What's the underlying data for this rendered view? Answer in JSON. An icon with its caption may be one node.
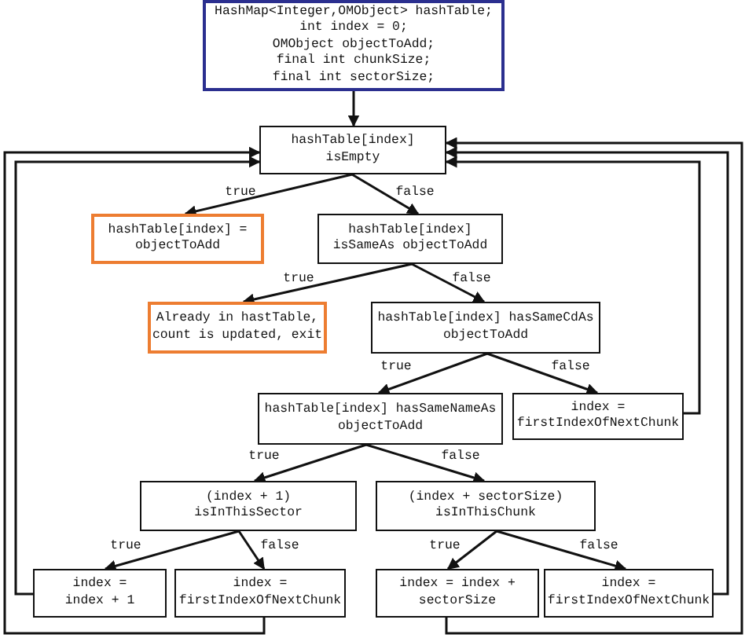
{
  "diagram": {
    "nodes": [
      {
        "text": [
          "HashMap<Integer,OMObject> hashTable;",
          "int index = 0;",
          "OMObject objectToAdd;",
          "final int chunkSize;",
          "final int sectorSize;"
        ]
      },
      {
        "text": [
          "hashTable[index] isEmpty"
        ]
      },
      {
        "text": [
          "hashTable[index] = objectToAdd"
        ]
      },
      {
        "text": [
          "hashTable[index] isSameAs objectToAdd"
        ]
      },
      {
        "text": [
          "Already in hastTable, count is updated, exit"
        ]
      },
      {
        "text": [
          "hashTable[index] hasSameCdAs objectToAdd"
        ]
      },
      {
        "text": [
          "hashTable[index] hasSameNameAs objectToAdd"
        ]
      },
      {
        "text": [
          "index = firstIndexOfNextChunk"
        ]
      },
      {
        "text": [
          "(index + 1) isInThisSector"
        ]
      },
      {
        "text": [
          "(index + sectorSize) isInThisChunk"
        ]
      },
      {
        "text": [
          "index = index + 1"
        ]
      },
      {
        "text": [
          "index = firstIndexOfNextChunk"
        ]
      },
      {
        "text": [
          "index = index + sectorSize"
        ]
      },
      {
        "text": [
          "index = firstIndexOfNextChunk"
        ]
      }
    ],
    "edges": [
      {
        "from": 0,
        "to": 1,
        "arrow": "to"
      },
      {
        "from": 1,
        "to": 2,
        "arrow": "to",
        "label": "true"
      },
      {
        "from": 1,
        "to": 3,
        "arrow": "to",
        "label": "false"
      },
      {
        "from": 3,
        "to": 4,
        "arrow": "to",
        "label": "true"
      },
      {
        "from": 3,
        "to": 5,
        "arrow": "to",
        "label": "false"
      },
      {
        "from": 5,
        "to": 6,
        "arrow": "to",
        "label": "true"
      },
      {
        "from": 5,
        "to": 7,
        "arrow": "to",
        "label": "false"
      },
      {
        "from": 6,
        "to": 8,
        "arrow": "to",
        "label": "true"
      },
      {
        "from": 6,
        "to": 9,
        "arrow": "to",
        "label": "false"
      },
      {
        "from": 8,
        "to": 10,
        "arrow": "to",
        "label": "true"
      },
      {
        "from": 8,
        "to": 11,
        "arrow": "to",
        "label": "false"
      },
      {
        "from": 9,
        "to": 12,
        "arrow": "to",
        "label": "true"
      },
      {
        "from": 9,
        "to": 13,
        "arrow": "to",
        "label": "false"
      },
      {
        "from": 7,
        "to": 1,
        "arrow": "to"
      },
      {
        "from": 13,
        "to": 1,
        "arrow": "to"
      },
      {
        "from": 12,
        "to": 1,
        "arrow": "to"
      },
      {
        "from": 11,
        "to": 1,
        "arrow": "to"
      },
      {
        "from": 10,
        "to": 1,
        "arrow": "to"
      }
    ]
  }
}
